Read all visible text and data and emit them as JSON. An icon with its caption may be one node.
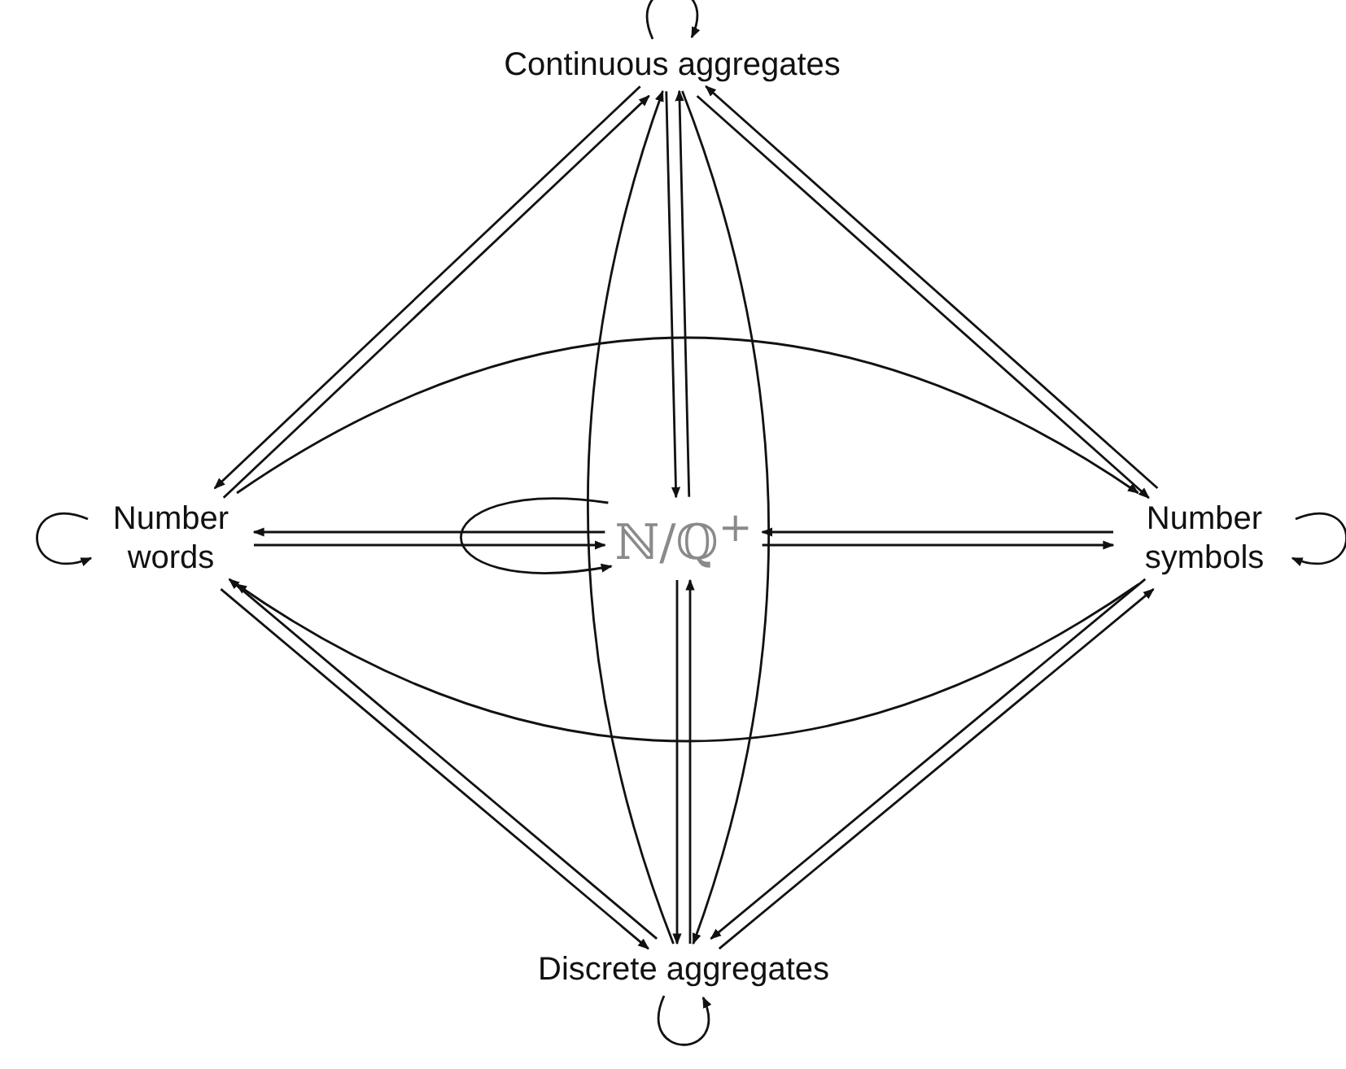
{
  "diagram": {
    "nodes": [
      {
        "text": [
          "Continuous aggregates"
        ]
      },
      {
        "text": [
          "Number words"
        ]
      },
      {
        "text": [
          "ℕ/ℚ$^{+}$"
        ]
      },
      {
        "text": [
          "Number symbols"
        ]
      },
      {
        "text": [
          "Discrete aggregates"
        ]
      }
    ],
    "edges": [
      {
        "from": 0,
        "to": 0,
        "arrow": "to"
      },
      {
        "from": 1,
        "to": 1,
        "arrow": "to"
      },
      {
        "from": 3,
        "to": 3,
        "arrow": "to"
      },
      {
        "from": 4,
        "to": 4,
        "arrow": "to"
      },
      {
        "from": 2,
        "to": 2,
        "arrow": "to"
      },
      {
        "from": 1,
        "to": 0,
        "arrow": "to"
      },
      {
        "from": 0,
        "to": 1,
        "arrow": "to"
      },
      {
        "from": 3,
        "to": 0,
        "arrow": "to"
      },
      {
        "from": 0,
        "to": 3,
        "arrow": "to"
      },
      {
        "from": 4,
        "to": 1,
        "arrow": "to"
      },
      {
        "from": 1,
        "to": 4,
        "arrow": "to"
      },
      {
        "from": 4,
        "to": 3,
        "arrow": "to"
      },
      {
        "from": 3,
        "to": 4,
        "arrow": "to"
      },
      {
        "from": 2,
        "to": 1,
        "arrow": "to"
      },
      {
        "from": 1,
        "to": 2,
        "arrow": "to"
      },
      {
        "from": 2,
        "to": 3,
        "arrow": "to"
      },
      {
        "from": 3,
        "to": 2,
        "arrow": "to"
      },
      {
        "from": 2,
        "to": 0,
        "arrow": "to"
      },
      {
        "from": 0,
        "to": 2,
        "arrow": "to"
      },
      {
        "from": 4,
        "to": 2,
        "arrow": "to"
      },
      {
        "from": 2,
        "to": 4,
        "arrow": "to"
      },
      {
        "from": 1,
        "to": 3,
        "arrow": "to"
      },
      {
        "from": 3,
        "to": 1,
        "arrow": "to"
      },
      {
        "from": 4,
        "to": 0,
        "arrow": "to"
      },
      {
        "from": 0,
        "to": 4,
        "arrow": "to"
      }
    ]
  }
}
